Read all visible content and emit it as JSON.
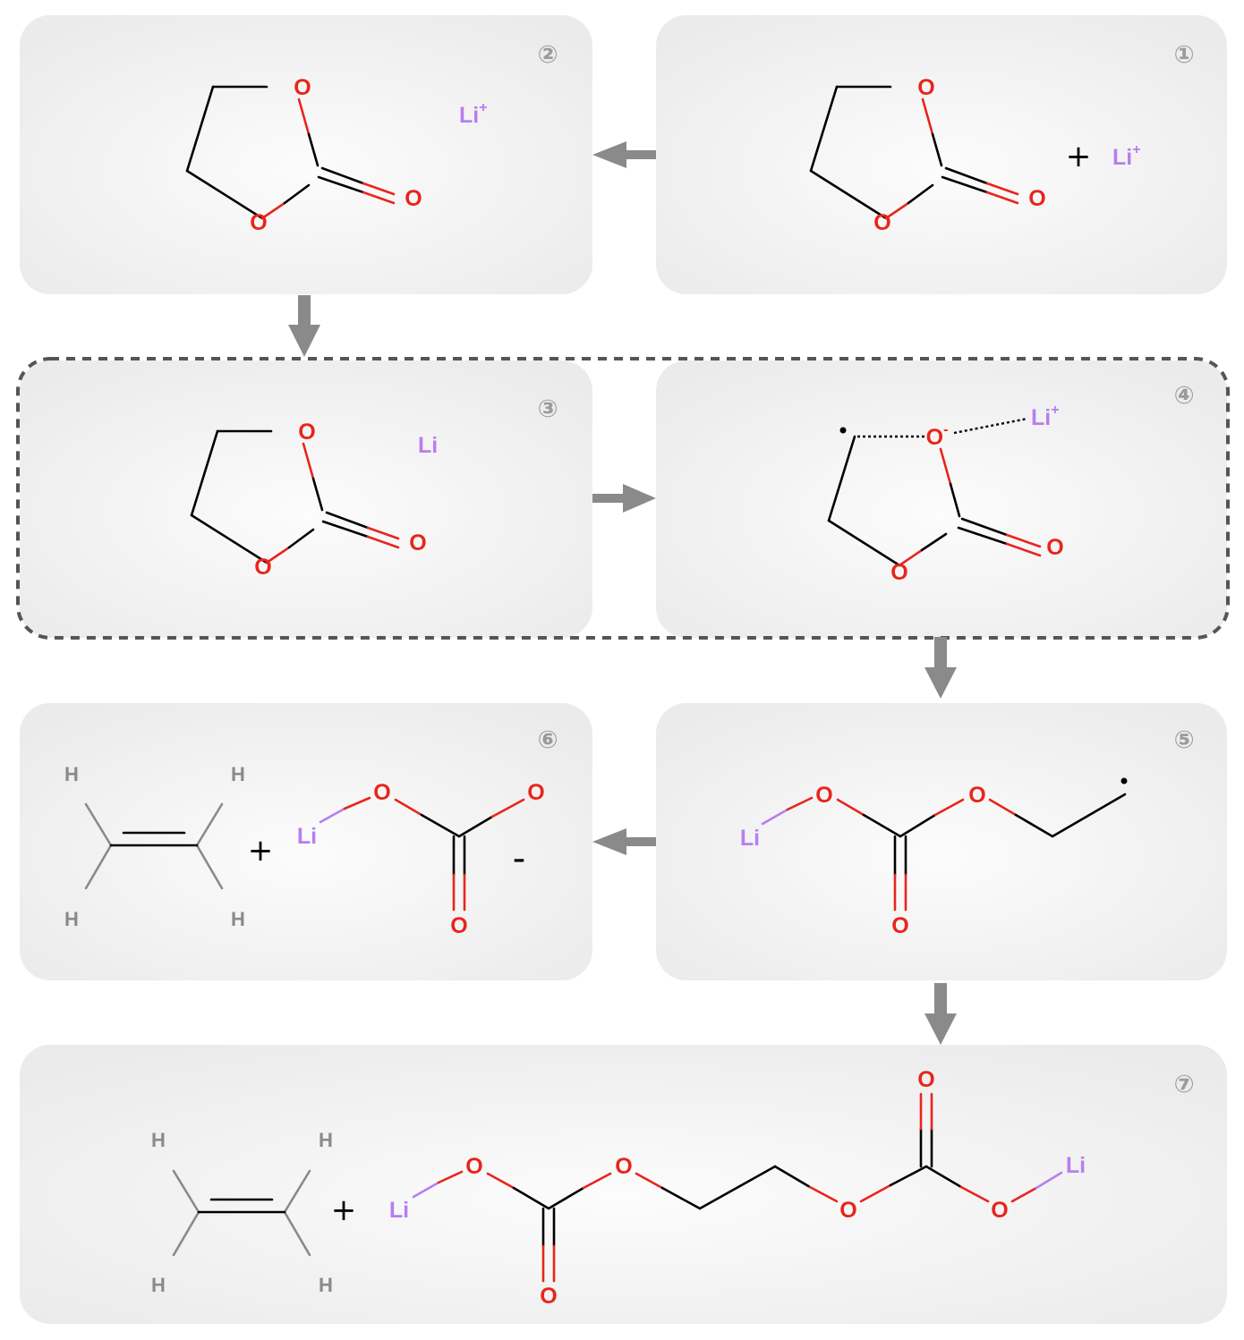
{
  "panels": [
    {
      "id": "1",
      "label": "①"
    },
    {
      "id": "2",
      "label": "②"
    },
    {
      "id": "3",
      "label": "③"
    },
    {
      "id": "4",
      "label": "④"
    },
    {
      "id": "5",
      "label": "⑤"
    },
    {
      "id": "6",
      "label": "⑥"
    },
    {
      "id": "7",
      "label": "⑦"
    }
  ],
  "atoms": {
    "oxygen": "O",
    "lithium": "Li",
    "hydrogen": "H",
    "charge_plus": "+",
    "charge_minus": "-",
    "plus_sign": "+",
    "minus_sign": "-"
  },
  "colors": {
    "panel_bg": "#f0f0f0",
    "oxygen": "#e8251c",
    "lithium": "#b67ef0",
    "hydrogen": "#8a8a8a",
    "arrow": "#8a8a8a",
    "dashed_border": "#555555",
    "number_badge": "#9b9b9b"
  },
  "icons": {
    "arrow": "arrow-icon",
    "radical": "radical-dot-icon"
  }
}
